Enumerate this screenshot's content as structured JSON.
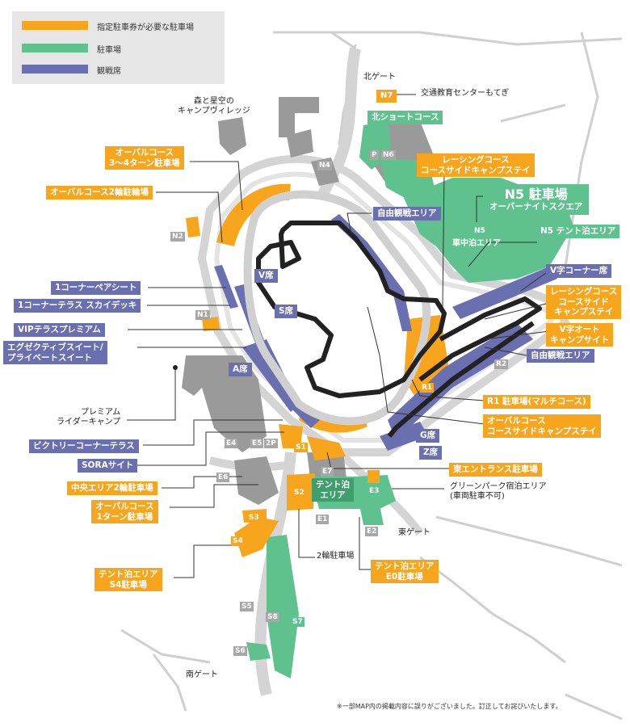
{
  "legend": {
    "items": [
      {
        "label": "指定駐車券が必要な駐車場",
        "color": "#f7a51d"
      },
      {
        "label": "駐車場",
        "color": "#5fc28e"
      },
      {
        "label": "観戦席",
        "color": "#6a6fb0"
      }
    ]
  },
  "gates": {
    "north": "北ゲート",
    "east": "東ゲート",
    "south": "南ゲート"
  },
  "areas": {
    "n7_desc": "交通教育センターもてぎ",
    "north_short_course": "北ショートコース",
    "camp_village": "森と星空の\nキャンプヴィレッジ",
    "oval_3_4_turn": "オーバルコース\n3～4ターン駐車場",
    "oval_2wheel": "オーバルコース2輪駐輪場",
    "racing_course_stay_top": "レーシングコース\nコースサイドキャンプステイ",
    "n5_title": "N5 駐車場",
    "n5_sub": "オーバーナイトスクエア",
    "free_viewing_top": "自由観戦エリア",
    "car_camping": "車中泊エリア",
    "n5_tent": "N5 テント泊エリア",
    "v_corner_seat": "V字コーナー席",
    "racing_course_stay_right": "レーシングコース\nコースサイド\nキャンプステイ",
    "v_auto_camp": "V字オート\nキャンプサイト",
    "free_viewing_right": "自由観戦エリア",
    "corner1_pair": "1コーナーペアシート",
    "corner1_terrace": "1コーナーテラス スカイデッキ",
    "vip_terrace": "VIPテラスプレミアム",
    "executive_suite": "エグゼクティブスイート/\nプライベートスイート",
    "premium_rider_camp": "プレミアム\nライダーキャンプ",
    "victory_corner": "ビクトリーコーナーテラス",
    "sora_site": "SORAサイト",
    "central_2wheel": "中央エリア2輪駐車場",
    "oval_1turn": "オーバルコース\n1ターン駐車場",
    "r1_parking": "R1 駐車場(マルチコース)",
    "oval_stay": "オーバルコース\nコースサイドキャンプステイ",
    "east_entrance": "東エントランス駐車場",
    "green_park": "グリーンパーク宿泊エリア\n(車両駐車不可)",
    "tent_area_center": "テント泊\nエリア",
    "two_wheel_parking": "2輪駐車場",
    "tent_s4": "テント泊エリア\nS4駐車場",
    "tent_e0": "テント泊エリア\nE0駐車場"
  },
  "seats": {
    "v": "V席",
    "s": "S席",
    "a": "A席",
    "g": "G席",
    "z": "Z席"
  },
  "codes": {
    "N7": "N7",
    "N6": "N6",
    "P_north": "P",
    "N4": "N4",
    "N5": "N5",
    "N2": "N2",
    "N1": "N1",
    "R1": "R1",
    "R2": "R2",
    "E4": "E4",
    "E5": "E5",
    "P2": "2P",
    "S1": "S1",
    "E6": "E6",
    "E7": "E7",
    "S2": "S2",
    "E3": "E3",
    "E1": "E1",
    "E2": "E2",
    "S3": "S3",
    "S4": "S4",
    "S5": "S5",
    "S8": "S8",
    "S7": "S7",
    "S6": "S6"
  },
  "footnote": "※一部MAP内の掲載内容に誤りがございました。訂正してお詫びいたします。"
}
